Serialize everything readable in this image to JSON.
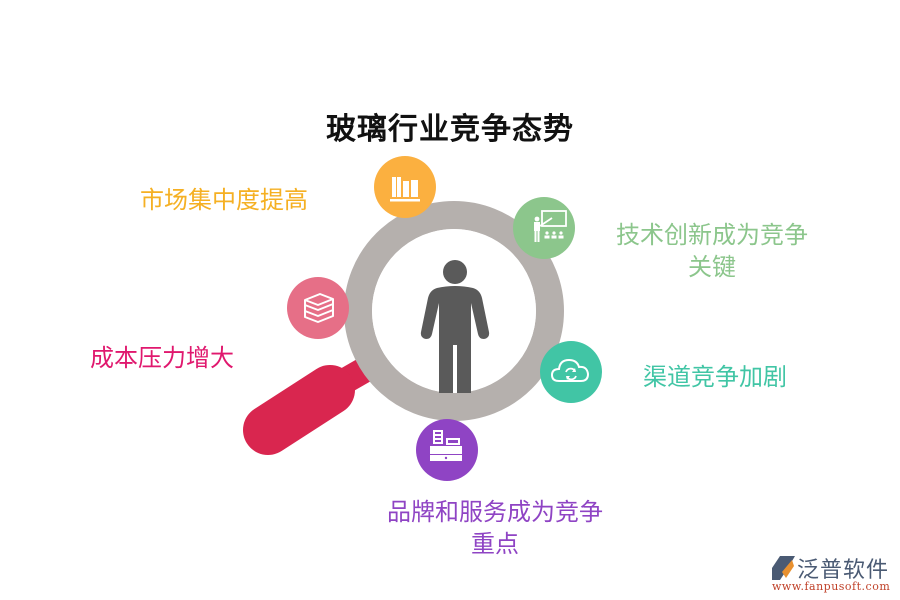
{
  "title": "玻璃行业竞争态势",
  "center": {
    "icon": "person-icon",
    "ring_color": "#b5b0ad",
    "handle_color": "#d9264f"
  },
  "factors": [
    {
      "id": "market",
      "label": "市场集中度提高",
      "icon": "bookshelf-icon",
      "color": "#fbb040",
      "text_color": "#f5b023"
    },
    {
      "id": "tech",
      "label_line1": "技术创新成为竞争",
      "label_line2": "关键",
      "icon": "teacher-presentation-icon",
      "color": "#8cc68c",
      "text_color": "#8cc68c"
    },
    {
      "id": "cost",
      "label": "成本压力增大",
      "icon": "book-stack-icon",
      "color": "#e66f87",
      "text_color": "#e0186e"
    },
    {
      "id": "channel",
      "label": "渠道竞争加剧",
      "icon": "cloud-sync-icon",
      "color": "#41c5a5",
      "text_color": "#41c5a5"
    },
    {
      "id": "brand",
      "label_line1": "品牌和服务成为竞争",
      "label_line2": "重点",
      "icon": "cash-register-icon",
      "color": "#8f44c4",
      "text_color": "#8f44c4"
    }
  ],
  "watermark": {
    "name": "泛普软件",
    "url": "www.fanpusoft.com"
  }
}
